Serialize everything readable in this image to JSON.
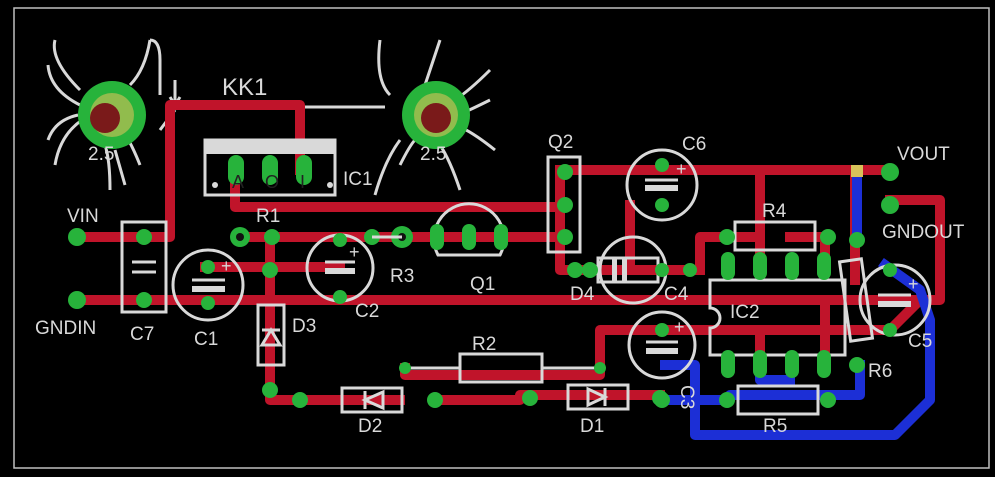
{
  "labels": {
    "kk1": "KK1",
    "ic1": "IC1",
    "ic1_pins": [
      "A",
      "O",
      "I"
    ],
    "heatsink_left_value": "2.5",
    "heatsink_right_value": "2.5",
    "q2": "Q2",
    "c6": "C6",
    "vout": "VOUT",
    "gndout": "GNDOUT",
    "vin": "VIN",
    "gndin": "GNDIN",
    "r1": "R1",
    "r4": "R4",
    "r3": "R3",
    "q1": "Q1",
    "d4": "D4",
    "c4": "C4",
    "ic2": "IC2",
    "c7": "C7",
    "c1": "C1",
    "c2": "C2",
    "d3": "D3",
    "r2": "R2",
    "c5": "C5",
    "r6": "R6",
    "d2": "D2",
    "d1": "D1",
    "c3": "C3",
    "r5": "R5"
  },
  "colors": {
    "background": "#000000",
    "top_copper": "#c0142a",
    "bottom_copper": "#1c2fd6",
    "pads": "#27b33b",
    "silkscreen": "#d9d9d9"
  }
}
